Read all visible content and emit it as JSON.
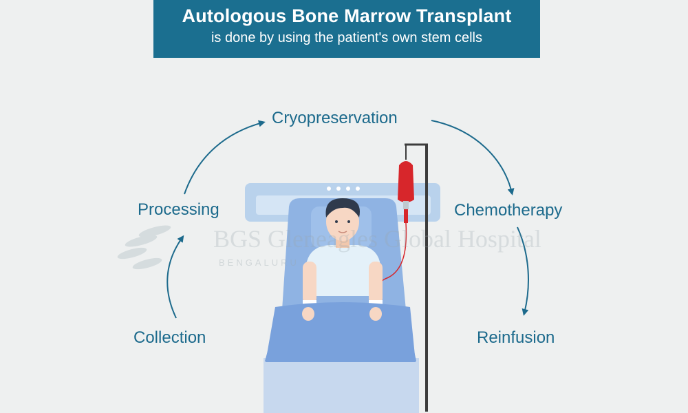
{
  "title": {
    "main": "Autologous Bone Marrow Transplant",
    "subtitle": "is done by using the patient's own stem cells"
  },
  "steps": {
    "cryopreservation": "Cryopreservation",
    "processing": "Processing",
    "chemotherapy": "Chemotherapy",
    "collection": "Collection",
    "reinfusion": "Reinfusion"
  },
  "watermark": {
    "name": "BGS Gleneagles Global Hospital",
    "city": "BENGALURU"
  },
  "colors": {
    "title_bg": "#1b6f90",
    "step_text": "#1c6a8c",
    "arrow": "#1c6a8c",
    "blood_bag": "#d7262b",
    "bed_blue": "#6f98d6",
    "background": "#eef0f0"
  }
}
